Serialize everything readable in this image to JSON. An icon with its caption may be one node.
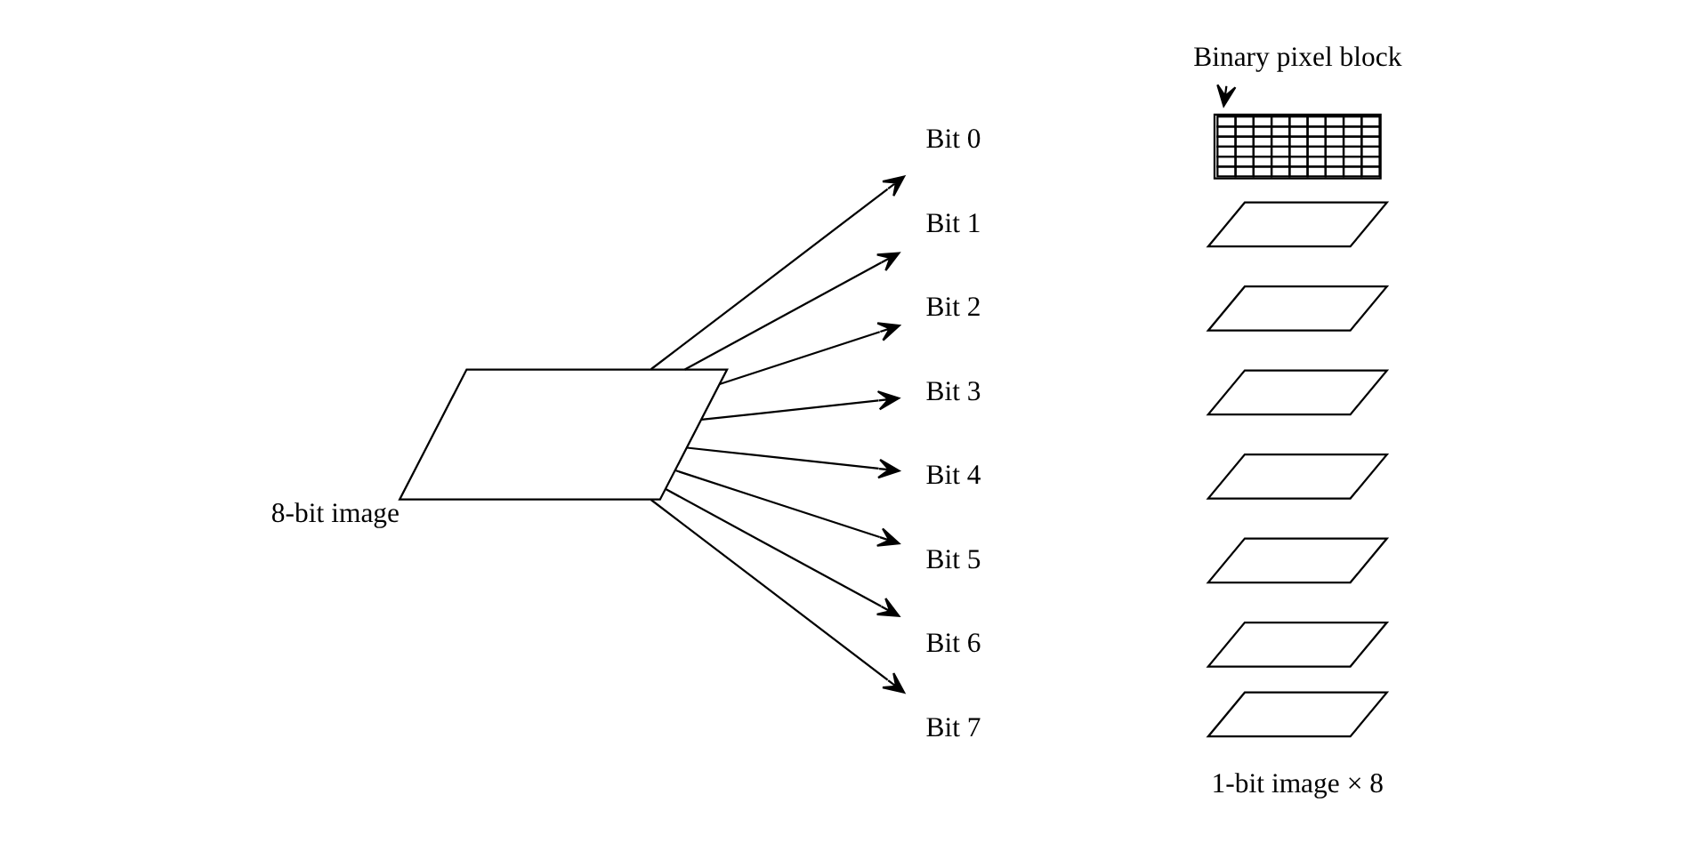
{
  "diagram": {
    "nodes": [
      {
        "text": [],
        "shape": "parallelogram",
        "beside": [
          "8-bit image"
        ]
      },
      {
        "text": [
          "Bit 0"
        ]
      },
      {
        "text": [
          "Bit 1"
        ]
      },
      {
        "text": [
          "Bit 2"
        ]
      },
      {
        "text": [
          "Bit 3"
        ]
      },
      {
        "text": [
          "Bit 4"
        ]
      },
      {
        "text": [
          "Bit 5"
        ]
      },
      {
        "text": [
          "Bit 6"
        ]
      },
      {
        "text": [
          "Bit 7"
        ]
      },
      {
        "text": [
          "Binary pixel block"
        ]
      },
      {
        "text": [],
        "shape": "grid"
      },
      {
        "text": [],
        "shape": "parallelogram"
      },
      {
        "text": [],
        "shape": "parallelogram"
      },
      {
        "text": [],
        "shape": "parallelogram"
      },
      {
        "text": [],
        "shape": "parallelogram"
      },
      {
        "text": [],
        "shape": "parallelogram"
      },
      {
        "text": [],
        "shape": "parallelogram"
      },
      {
        "text": [],
        "shape": "parallelogram"
      }
    ],
    "edges": [
      {
        "from": 0,
        "to": 1,
        "arrow": "to"
      },
      {
        "from": 0,
        "to": 2,
        "arrow": "to"
      },
      {
        "from": 0,
        "to": 3,
        "arrow": "to"
      },
      {
        "from": 0,
        "to": 4,
        "arrow": "to"
      },
      {
        "from": 0,
        "to": 5,
        "arrow": "to"
      },
      {
        "from": 0,
        "to": 6,
        "arrow": "to"
      },
      {
        "from": 0,
        "to": 7,
        "arrow": "to"
      },
      {
        "from": 0,
        "to": 8,
        "arrow": "to"
      },
      {
        "from": 9,
        "to": 10,
        "arrow": "to"
      }
    ],
    "labels": [
      "1-bit image × 8"
    ]
  }
}
